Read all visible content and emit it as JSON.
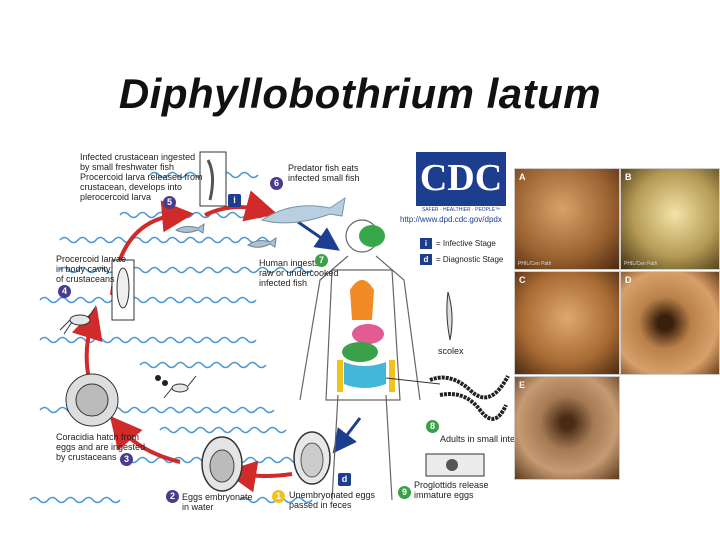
{
  "title": "Diphyllobothrium latum",
  "lifecycle": {
    "steps": [
      {
        "num": "1",
        "color": "#f2c21b",
        "label": "Unembryonated eggs\npassed in feces"
      },
      {
        "num": "2",
        "color": "#4a3b8c",
        "label": "Eggs embryonate\nin water"
      },
      {
        "num": "3",
        "color": "#4a3b8c",
        "label": "Coracidia hatch from\neggs and are ingested\nby crustaceans"
      },
      {
        "num": "4",
        "color": "#4a3b8c",
        "label": "Procercoid larvae\nin body cavity\nof crustaceans"
      },
      {
        "num": "5",
        "color": "#4a3b8c",
        "label": "Infected crustacean ingested\nby small freshwater fish\nProcercoid larva released from\ncrustacean, develops into\nplerocercoid larva"
      },
      {
        "num": "6",
        "color": "#4a3b8c",
        "label": "Predator fish eats\ninfected small fish"
      },
      {
        "num": "7",
        "color": "#3aa14a",
        "label": "Human ingests\nraw or undercooked\ninfected fish"
      },
      {
        "num": "8",
        "color": "#3aa14a",
        "label": "Adults in small intestine"
      },
      {
        "num": "9",
        "color": "#3aa14a",
        "label": "Proglottids release\nimmature eggs"
      }
    ],
    "scolex_label": "scolex",
    "icon_i": "i",
    "icon_d": "d",
    "legend": [
      {
        "letter": "i",
        "text": "= Infective Stage"
      },
      {
        "letter": "d",
        "text": "= Diagnostic Stage"
      }
    ]
  },
  "cdc": {
    "logo": "CDC",
    "tagline": "SAFER · HEALTHIER · PEOPLE™",
    "url": "http://www.dpd.cdc.gov/dpdx"
  },
  "photos": [
    {
      "letter": "A",
      "caption": "PHIL/Cen Path",
      "color1": "#c9884e",
      "color2": "#7a4a22"
    },
    {
      "letter": "B",
      "caption": "PHIL/Cen Path",
      "color1": "#f2e1a6",
      "color2": "#6f5a2c"
    },
    {
      "letter": "C",
      "caption": "",
      "color1": "#d59a5e",
      "color2": "#7c4a22"
    },
    {
      "letter": "D",
      "caption": "",
      "color1": "#d49a64",
      "color2": "#5b3418"
    },
    {
      "letter": "E",
      "caption": "",
      "color1": "#b88a62",
      "color2": "#5c3a1e"
    }
  ],
  "colors": {
    "water": "#2f86c9",
    "arrow_red": "#d12a2a",
    "arrow_blue": "#1d3e8e"
  }
}
